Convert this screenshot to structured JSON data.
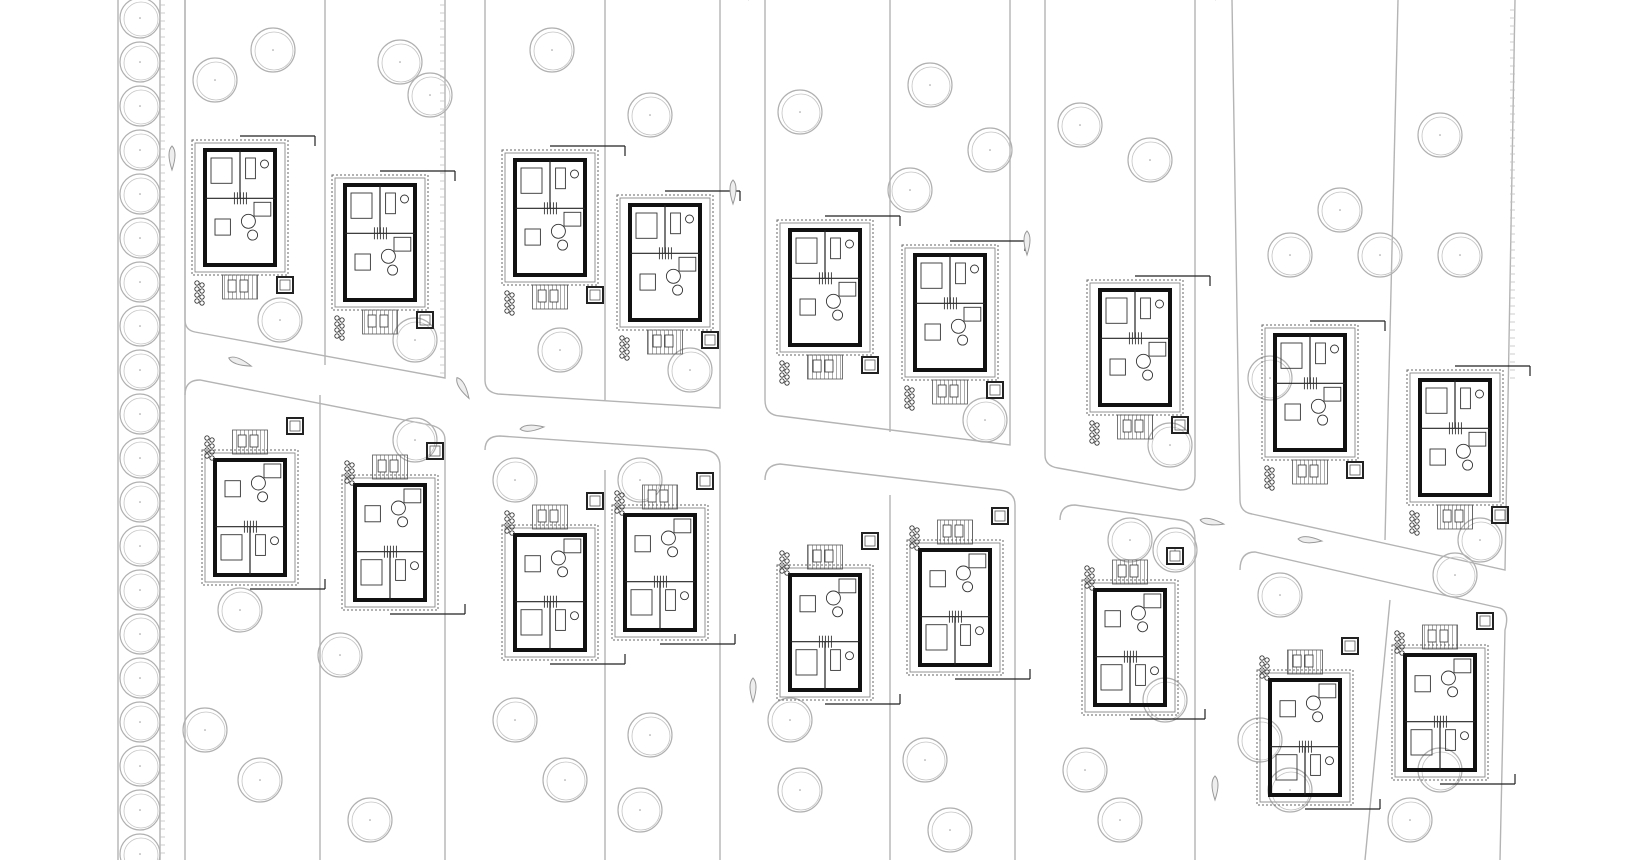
{
  "plan": {
    "title": "",
    "background": "#ffffff",
    "line_color": "#b4b4b4",
    "building_color": "#111111",
    "houses": [
      {
        "id": "h1",
        "orientation": "bedrooms-top"
      },
      {
        "id": "h2",
        "orientation": "bedrooms-top"
      },
      {
        "id": "h3",
        "orientation": "bedrooms-top"
      },
      {
        "id": "h4",
        "orientation": "bedrooms-top"
      },
      {
        "id": "h5",
        "orientation": "bedrooms-top"
      },
      {
        "id": "h6",
        "orientation": "bedrooms-top"
      },
      {
        "id": "h7",
        "orientation": "bedrooms-top"
      },
      {
        "id": "h8",
        "orientation": "bedrooms-top"
      },
      {
        "id": "h9",
        "orientation": "bedrooms-top"
      },
      {
        "id": "h10",
        "orientation": "bedrooms-bottom"
      },
      {
        "id": "h11",
        "orientation": "bedrooms-bottom"
      },
      {
        "id": "h12",
        "orientation": "bedrooms-bottom"
      },
      {
        "id": "h13",
        "orientation": "bedrooms-bottom"
      },
      {
        "id": "h14",
        "orientation": "bedrooms-bottom"
      },
      {
        "id": "h15",
        "orientation": "bedrooms-bottom"
      },
      {
        "id": "h16",
        "orientation": "bedrooms-bottom"
      },
      {
        "id": "h17",
        "orientation": "bedrooms-bottom"
      },
      {
        "id": "h18",
        "orientation": "bedrooms-bottom"
      }
    ],
    "boats": 8,
    "legend": []
  }
}
